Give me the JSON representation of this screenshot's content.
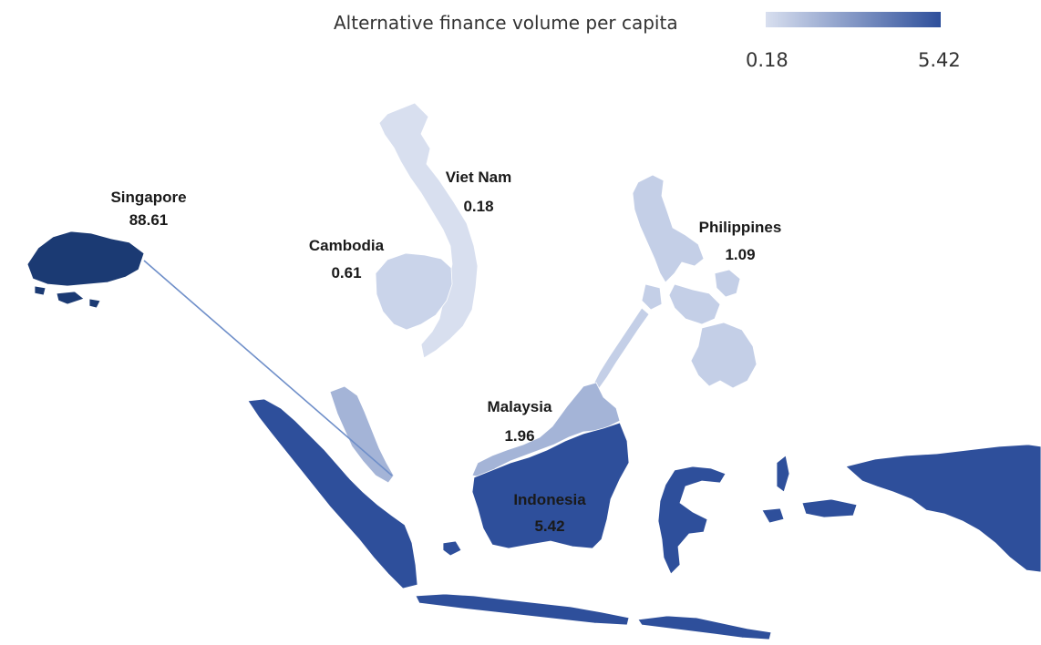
{
  "legend": {
    "title": "Alternative finance volume per capita",
    "min_label": "0.18",
    "max_label": "5.42",
    "color_low": "#d8dfef",
    "color_high": "#2e4f9b"
  },
  "colors": {
    "singapore": "#1b3a73",
    "indonesia": "#2e4f9b",
    "malaysia": "#a4b4d7",
    "philippines": "#c4cfe7",
    "cambodia": "#cad4ea",
    "viet_nam": "#d8dfef",
    "leader_line": "#6f8fc9"
  },
  "countries": [
    {
      "key": "singapore",
      "name": "Singapore",
      "value": "88.61"
    },
    {
      "key": "viet_nam",
      "name": "Viet Nam",
      "value": "0.18"
    },
    {
      "key": "cambodia",
      "name": "Cambodia",
      "value": "0.61"
    },
    {
      "key": "philippines",
      "name": "Philippines",
      "value": "1.09"
    },
    {
      "key": "malaysia",
      "name": "Malaysia",
      "value": "1.96"
    },
    {
      "key": "indonesia",
      "name": "Indonesia",
      "value": "5.42"
    }
  ]
}
